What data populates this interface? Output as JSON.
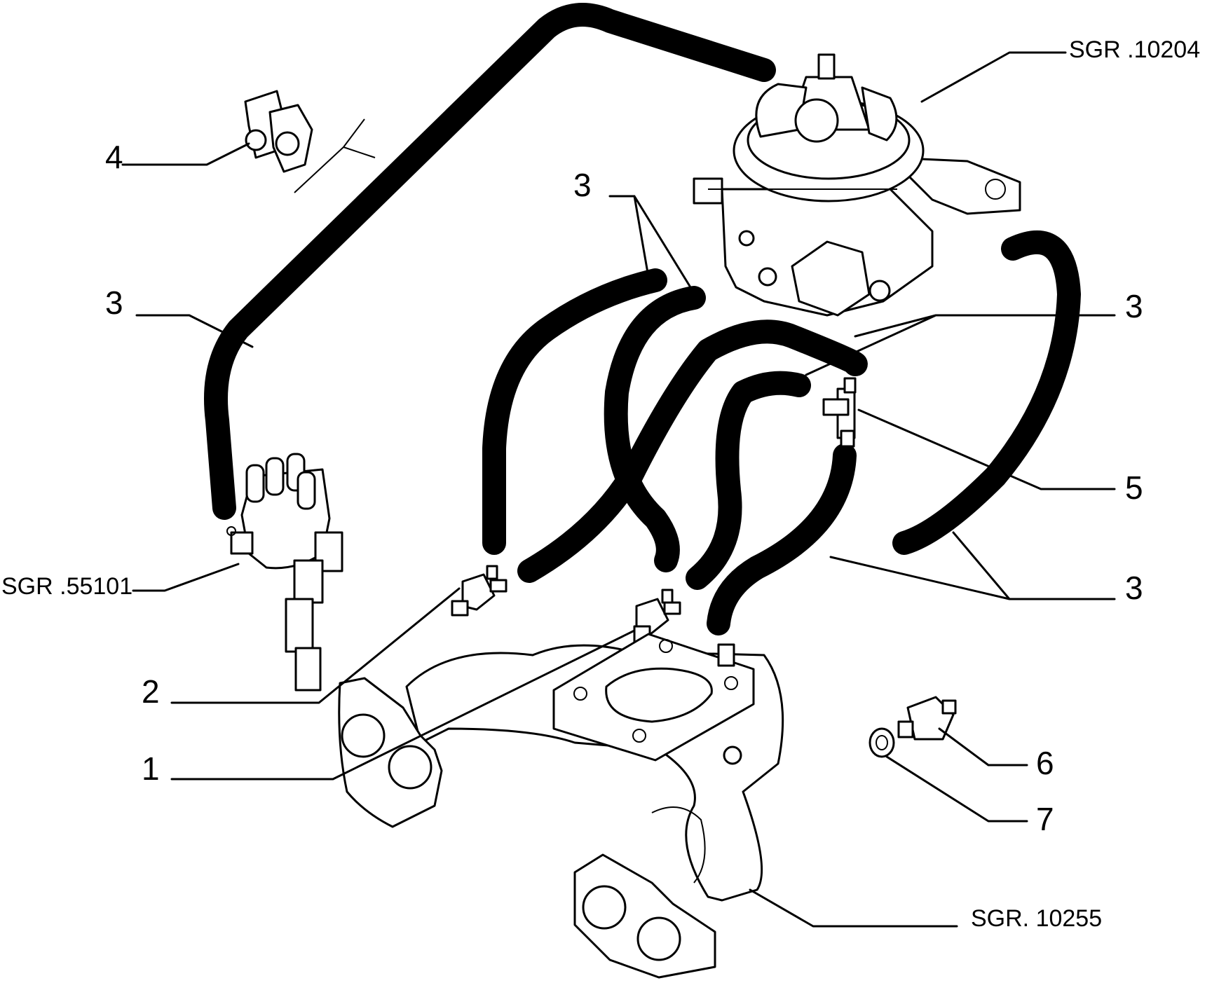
{
  "diagram": {
    "callouts": {
      "c1": "1",
      "c2": "2",
      "c3a": "3",
      "c3b": "3",
      "c3c": "3",
      "c3d": "3",
      "c4": "4",
      "c5": "5",
      "c6": "6",
      "c7": "7"
    },
    "references": {
      "carburettor": "SGR .10204",
      "distributor": "SGR .55101",
      "exhaust": "SGR. 10255"
    }
  }
}
